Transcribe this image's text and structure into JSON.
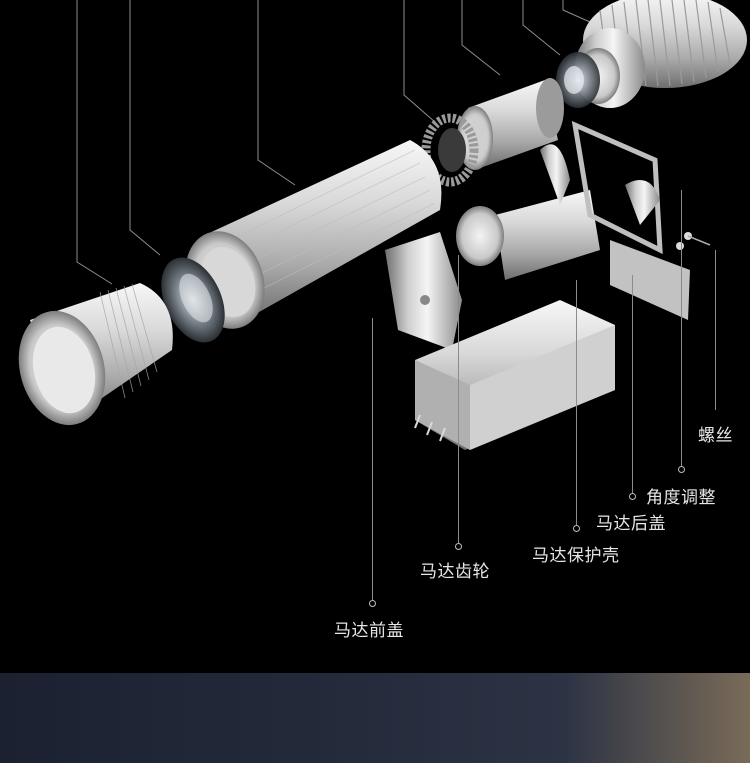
{
  "labels": {
    "screw": "螺丝",
    "angle_adjust": "角度调整",
    "motor_rear_cover": "马达后盖",
    "motor_housing": "马达保护壳",
    "motor_gear": "马达齿轮",
    "motor_front_cover": "马达前盖"
  },
  "colors": {
    "background": "#000000",
    "metal_light": "#f2f2f2",
    "metal_dark": "#8e8e8e",
    "leader_line": "#8c8c8c",
    "label_text": "#e6e6e6"
  }
}
